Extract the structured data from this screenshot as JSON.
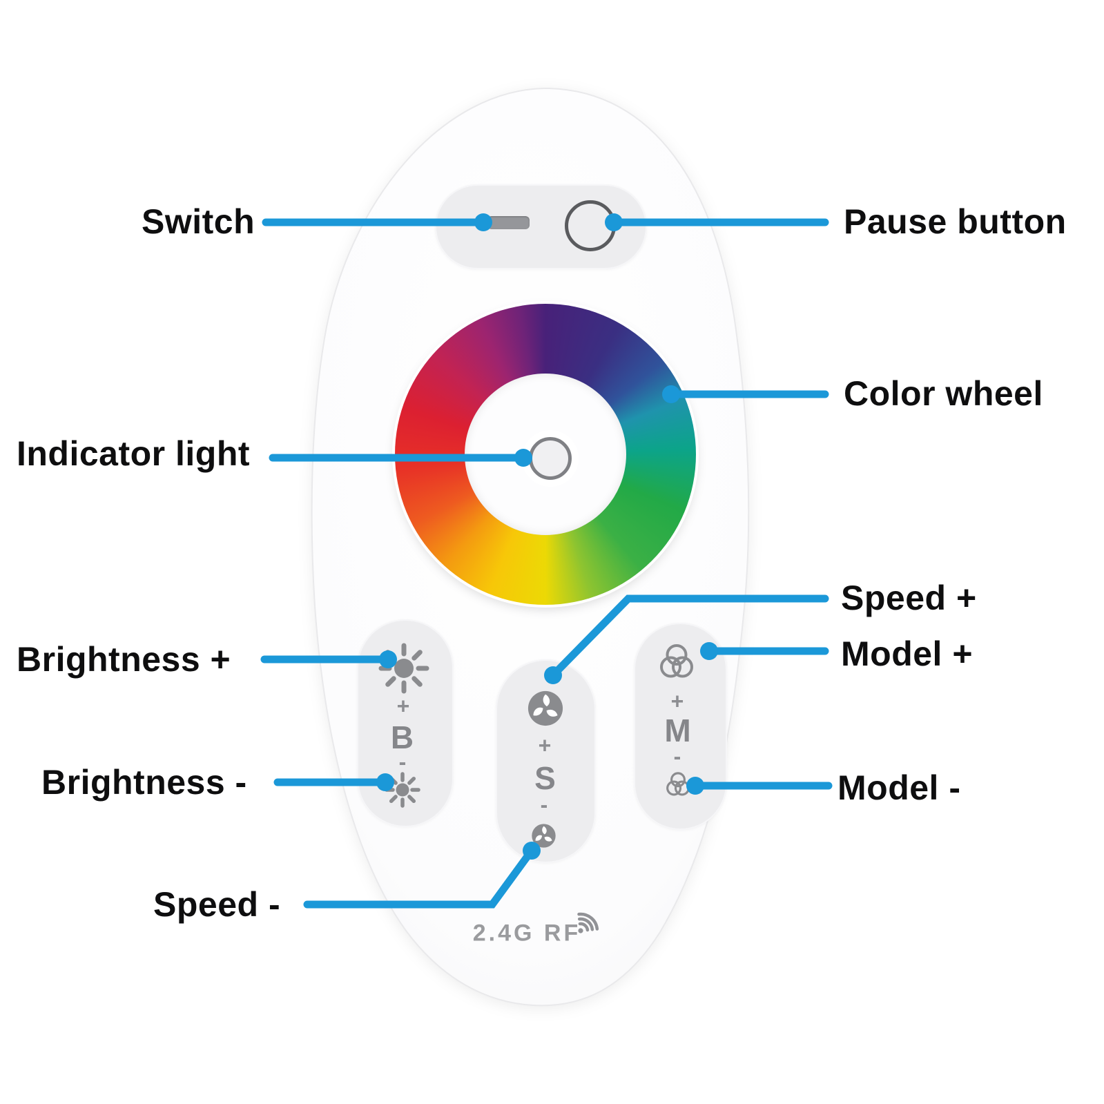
{
  "accent_color": "#1b98d8",
  "background_color": "#ffffff",
  "labels": {
    "switch": "Switch",
    "pause_button": "Pause button",
    "color_wheel": "Color wheel",
    "indicator_light": "Indicator light",
    "brightness_plus": "Brightness +",
    "brightness_minus": "Brightness -",
    "speed_plus": "Speed +",
    "speed_minus": "Speed -",
    "model_plus": "Model +",
    "model_minus": "Model -"
  },
  "remote": {
    "rf_label": "2.4G RF",
    "keys": {
      "brightness": {
        "plus_sign": "+",
        "letter": "B",
        "minus_sign": "-"
      },
      "speed": {
        "plus_sign": "+",
        "letter": "S",
        "minus_sign": "-"
      },
      "model": {
        "plus_sign": "+",
        "letter": "M",
        "minus_sign": "-"
      }
    },
    "icons": {
      "switch": "slider-bar-icon",
      "pause": "circle-outline-icon",
      "brightness_up": "sun-large-icon",
      "brightness_down": "sun-small-icon",
      "speed_up": "pinwheel-large-icon",
      "speed_down": "pinwheel-small-icon",
      "model_up": "rgb-venn-large-icon",
      "model_down": "rgb-venn-small-icon",
      "rf": "wifi-signal-icon"
    },
    "icon_color": "#8a8b8e",
    "wheel_stops": [
      {
        "angle": 0,
        "color": "#482179"
      },
      {
        "angle": 30,
        "color": "#3a2f82"
      },
      {
        "angle": 52,
        "color": "#30539b"
      },
      {
        "angle": 68,
        "color": "#1f93ad"
      },
      {
        "angle": 88,
        "color": "#0ca489"
      },
      {
        "angle": 112,
        "color": "#22a947"
      },
      {
        "angle": 140,
        "color": "#3bb045"
      },
      {
        "angle": 162,
        "color": "#8ec430"
      },
      {
        "angle": 180,
        "color": "#ecd905"
      },
      {
        "angle": 202,
        "color": "#f7c708"
      },
      {
        "angle": 222,
        "color": "#f49b10"
      },
      {
        "angle": 242,
        "color": "#ee5b20"
      },
      {
        "angle": 265,
        "color": "#e73027"
      },
      {
        "angle": 288,
        "color": "#dc2031"
      },
      {
        "angle": 312,
        "color": "#c22353"
      },
      {
        "angle": 334,
        "color": "#9c2470"
      },
      {
        "angle": 350,
        "color": "#6e2378"
      },
      {
        "angle": 360,
        "color": "#482179"
      }
    ]
  }
}
